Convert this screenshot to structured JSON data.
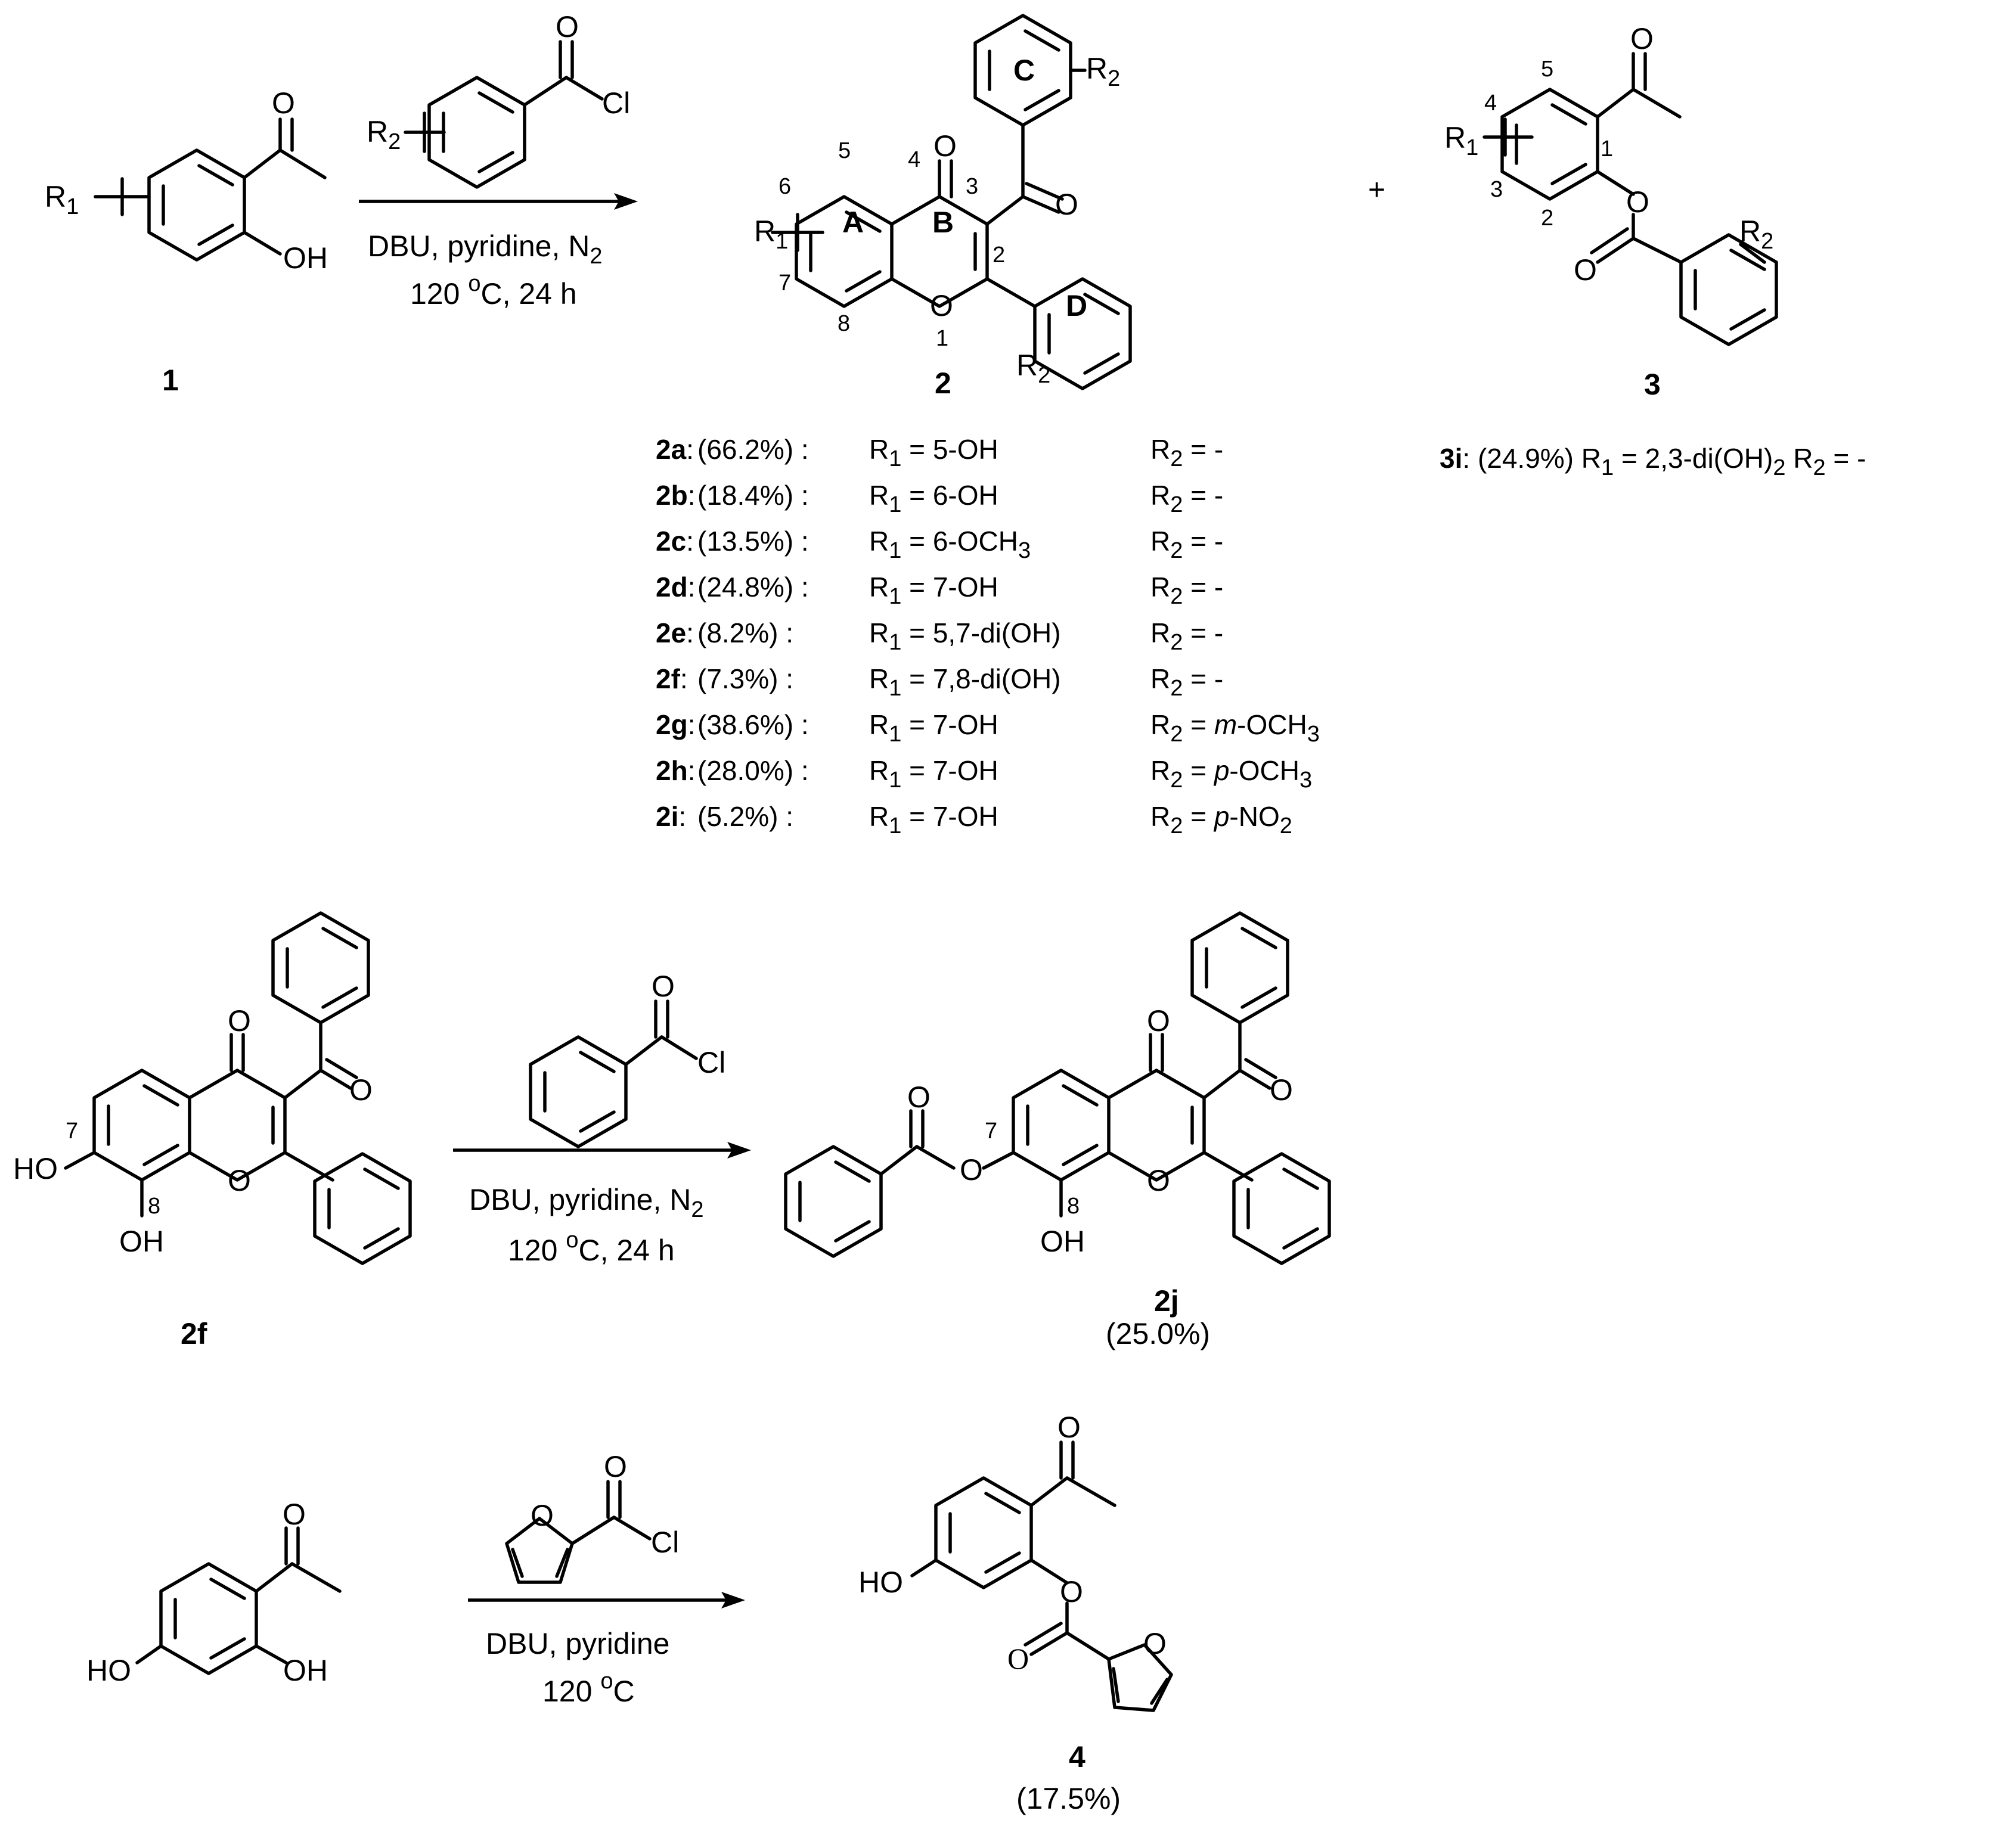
{
  "scheme1": {
    "reactant_label": "1",
    "product_label": "2",
    "byproduct_label": "3",
    "plus": "+",
    "conditions_line1": "DBU, pyridine, N",
    "conditions_line1_sub": "2",
    "conditions_line2_pre": "120 ",
    "conditions_line2_sup": "o",
    "conditions_line2_post": "C, 24 h",
    "ring_labels": [
      "A",
      "B",
      "C",
      "D"
    ],
    "positions_2": [
      "1",
      "2",
      "3",
      "4",
      "5",
      "6",
      "7",
      "8"
    ],
    "positions_3": [
      "1",
      "2",
      "3",
      "4",
      "5"
    ]
  },
  "substituents": {
    "R": "R",
    "sub1": "1",
    "sub2": "2",
    "OH": "OH",
    "O": "O",
    "Cl": "Cl"
  },
  "compounds_2": [
    {
      "id": "2a",
      "yield": "(66.2%) :",
      "r1": "5-OH",
      "r2": "-"
    },
    {
      "id": "2b",
      "yield": "(18.4%) :",
      "r1": "6-OH",
      "r2": "-"
    },
    {
      "id": "2c",
      "yield": "(13.5%) :",
      "r1": "6-OCH",
      "r1_sub": "3",
      "r2": "-"
    },
    {
      "id": "2d",
      "yield": "(24.8%) :",
      "r1": "7-OH",
      "r2": "-"
    },
    {
      "id": "2e",
      "yield": "(8.2%)   :",
      "r1": "5,7-di(OH)",
      "r2": "-"
    },
    {
      "id": "2f",
      "yield": "(7.3%)   :",
      "r1": "7,8-di(OH)",
      "r2": "-"
    },
    {
      "id": "2g",
      "yield": "(38.6%) :",
      "r1": "7-OH",
      "r2_it": "m",
      "r2": "-OCH",
      "r2_sub": "3"
    },
    {
      "id": "2h",
      "yield": "(28.0%) :",
      "r1": "7-OH",
      "r2_it": "p",
      "r2": "-OCH",
      "r2_sub": "3"
    },
    {
      "id": "2i",
      "yield": "(5.2%)   :",
      "r1": "7-OH",
      "r2_it": "p",
      "r2": "-NO",
      "r2_sub": "2"
    }
  ],
  "compound_3i": {
    "id": "3i",
    "yield": "(24.9%)",
    "r1": "2,3-di(OH)",
    "r1_sub": "2",
    "r2": "-"
  },
  "scheme2": {
    "reactant_label": "2f",
    "product_label": "2j",
    "product_yield": "(25.0%)",
    "conditions_line1": "DBU, pyridine, N",
    "conditions_line1_sub": "2",
    "conditions_line2_pre": "120 ",
    "conditions_line2_sup": "o",
    "conditions_line2_post": "C, 24 h",
    "pos7": "7",
    "pos8": "8",
    "HO": "HO",
    "OH": "OH"
  },
  "scheme3": {
    "product_label": "4",
    "product_yield": "(17.5%)",
    "conditions_line1": "DBU, pyridine",
    "conditions_line2_pre": "120 ",
    "conditions_line2_sup": "o",
    "conditions_line2_post": "C",
    "HO": "HO",
    "OH": "OH"
  }
}
